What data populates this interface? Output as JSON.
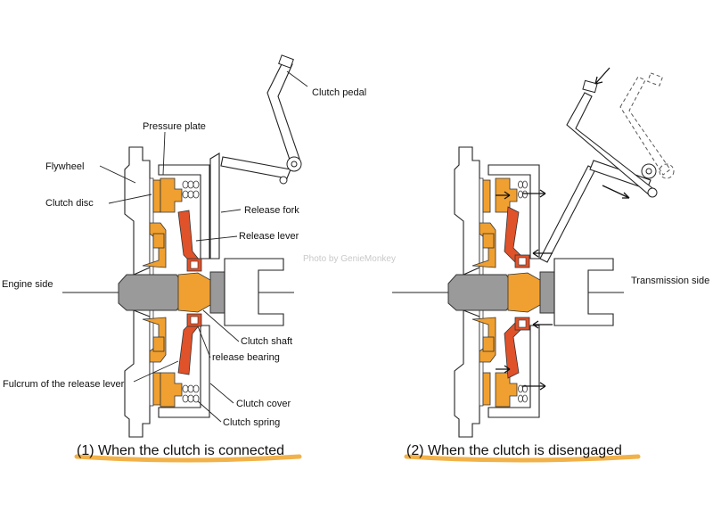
{
  "watermark": "Photo by GenieMonkey",
  "left_diagram": {
    "caption": "(1) When the clutch is connected",
    "labels": {
      "clutch_pedal": "Clutch pedal",
      "pressure_plate": "Pressure plate",
      "flywheel": "Flywheel",
      "clutch_disc": "Clutch disc",
      "release_fork": "Release fork",
      "release_lever": "Release lever",
      "engine_side": "Engine side",
      "clutch_shaft": "Clutch shaft",
      "release_bearing": "release bearing",
      "fulcrum": "Fulcrum of the release lever",
      "clutch_cover": "Clutch cover",
      "clutch_spring": "Clutch spring"
    }
  },
  "right_diagram": {
    "caption": "(2) When the clutch is disengaged",
    "labels": {
      "transmission_side": "Transmission side"
    }
  },
  "colors": {
    "orange": "#f0a030",
    "red_orange": "#e0522a",
    "gray": "#9a9a9a",
    "underline": "#f2b24a"
  }
}
